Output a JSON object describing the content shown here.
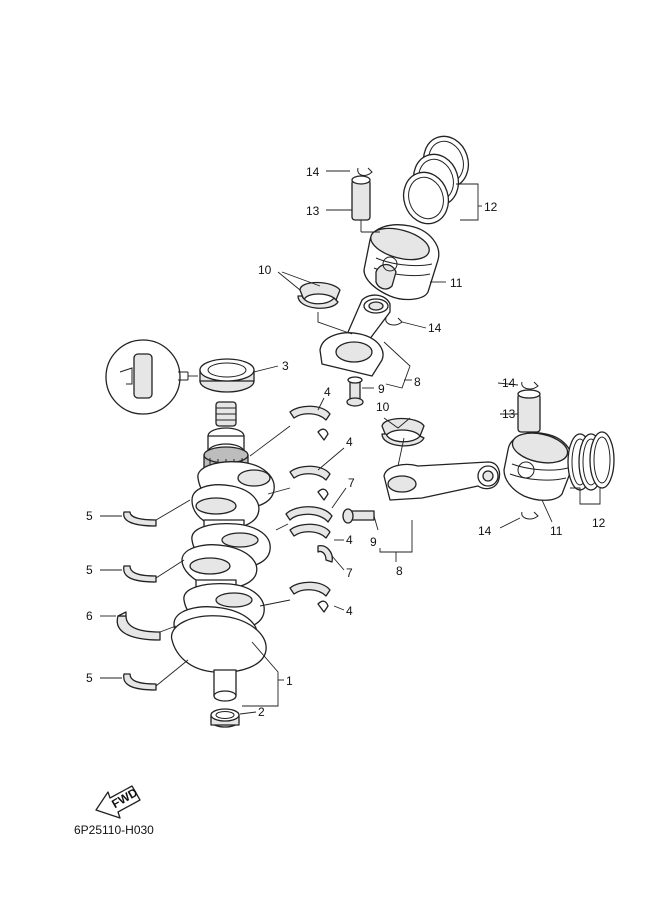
{
  "diagram_code": "6P25110-H030",
  "fwd_label": "FWD",
  "callouts": {
    "c1": "1",
    "c2": "2",
    "c3": "3",
    "c4a": "4",
    "c4b": "4",
    "c4c": "4",
    "c4d": "4",
    "c5a": "5",
    "c5b": "5",
    "c5c": "5",
    "c6": "6",
    "c7a": "7",
    "c7b": "7",
    "c8a": "8",
    "c8b": "8",
    "c9a": "9",
    "c9b": "9",
    "c10a": "10",
    "c10b": "10",
    "c11a": "11",
    "c11b": "11",
    "c12a": "12",
    "c12b": "12",
    "c13a": "13",
    "c13b": "13",
    "c14a": "14",
    "c14b": "14",
    "c14c": "14",
    "c14d": "14"
  }
}
